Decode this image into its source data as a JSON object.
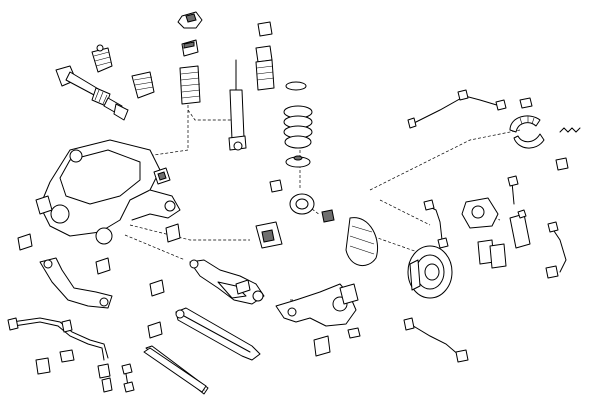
{
  "diagram": {
    "parts": [
      "drive-shaft",
      "boot",
      "bump-stop-cap",
      "top-mount",
      "shock-absorber",
      "dust-cover",
      "coil-spring",
      "parking-brake-cable",
      "brake-shoes",
      "subframe",
      "stabilizer-bar",
      "control-arm",
      "trailing-arm",
      "wheel-hub",
      "brake-disc",
      "brake-caliper",
      "brake-pads",
      "abs-sensor",
      "brake-hose",
      "tension-strut",
      "stabilizer-link",
      "bushing"
    ]
  }
}
